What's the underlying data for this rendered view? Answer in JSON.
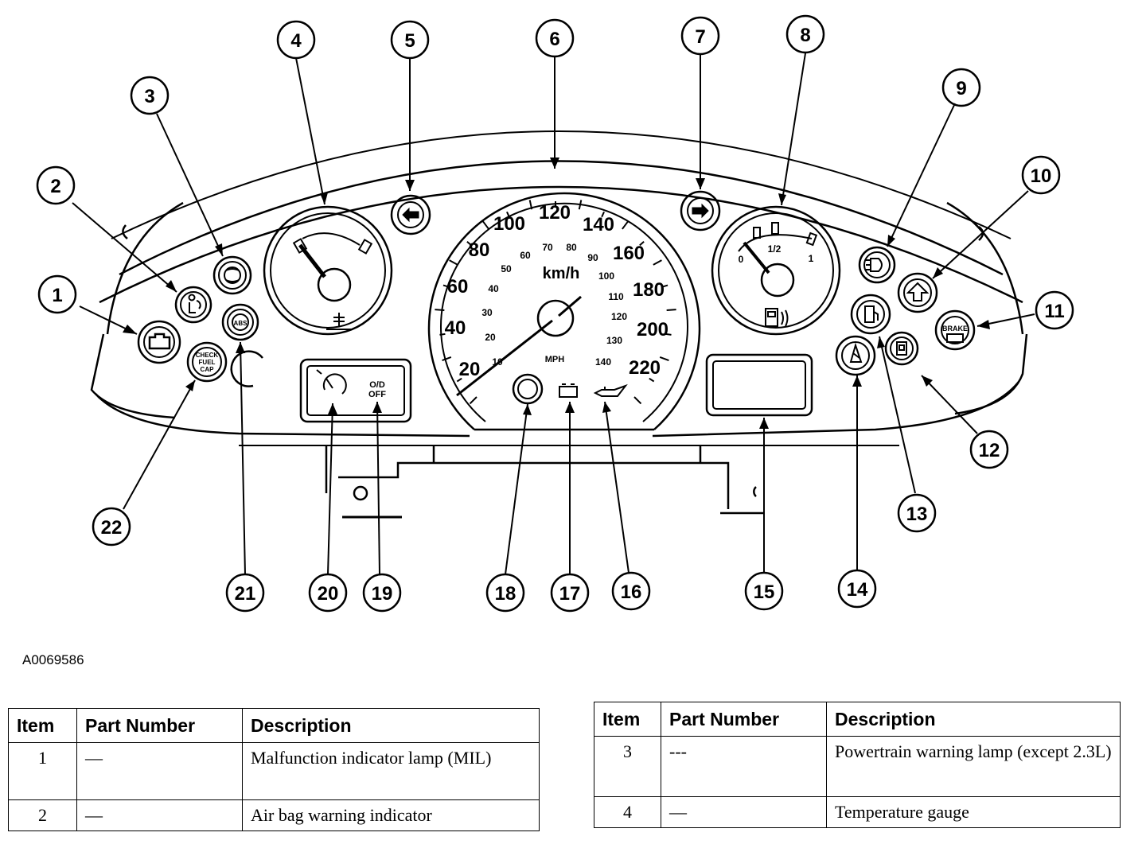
{
  "figure_id": "A0069586",
  "callouts": [
    "1",
    "2",
    "3",
    "4",
    "5",
    "6",
    "7",
    "8",
    "9",
    "10",
    "11",
    "12",
    "13",
    "14",
    "15",
    "16",
    "17",
    "18",
    "19",
    "20",
    "21",
    "22"
  ],
  "speedometer": {
    "unit_kmh": "km/h",
    "unit_mph": "MPH",
    "kmh_labels": [
      "20",
      "40",
      "60",
      "80",
      "100",
      "120",
      "140",
      "160",
      "180",
      "200",
      "220"
    ],
    "mph_labels": [
      "10",
      "20",
      "30",
      "40",
      "50",
      "60",
      "70",
      "80",
      "90",
      "100",
      "110",
      "120",
      "130",
      "140"
    ]
  },
  "fuel_gauge": {
    "labels": [
      "0",
      "1/2",
      "1"
    ]
  },
  "lamp_labels": {
    "check_fuel_cap": [
      "CHECK",
      "FUEL",
      "CAP"
    ],
    "abs": "ABS",
    "od_off": [
      "O/D",
      "OFF"
    ],
    "brake": "BRAKE"
  },
  "tables": {
    "headers": [
      "Item",
      "Part Number",
      "Description"
    ],
    "left": [
      {
        "item": "1",
        "part": "—",
        "description": "Malfunction indicator lamp (MIL)"
      },
      {
        "item": "2",
        "part": "—",
        "description": "Air bag warning indicator"
      }
    ],
    "right": [
      {
        "item": "3",
        "part": "---",
        "description": "Powertrain warning lamp (except 2.3L)"
      },
      {
        "item": "4",
        "part": "—",
        "description": "Temperature gauge"
      }
    ]
  }
}
